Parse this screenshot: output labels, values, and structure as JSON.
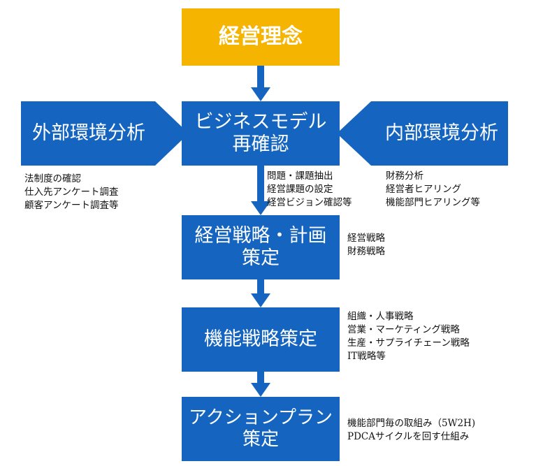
{
  "boxes": {
    "philosophy": "経営理念",
    "business_model": [
      "ビジネスモデル",
      "再確認"
    ],
    "external": "外部環境分析",
    "internal": "内部環境分析",
    "strategy_plan": [
      "経営戦略・計画",
      "策定"
    ],
    "functional": "機能戦略策定",
    "action_plan": "アクションプラン策定"
  },
  "notes": {
    "external": [
      "法制度の確認",
      "仕入先アンケート調査",
      "顧客アンケート調査等"
    ],
    "issues": [
      "問題・課題抽出",
      "経営課題の設定",
      "経営ビジョン確認等"
    ],
    "internal": [
      "財務分析",
      "経営者ヒアリング",
      "機能部門ヒアリング等"
    ],
    "strategy": [
      "経営戦略",
      "財務戦略"
    ],
    "functional": [
      "組織・人事戦略",
      "営業・マーケティング戦略",
      "生産・サプライチェーン戦略",
      "IT戦略等"
    ],
    "action": [
      "機能部門毎の取組み（5W2H)",
      "PDCAサイクルを回す仕組み"
    ]
  },
  "colors": {
    "accent": "#f5b400",
    "primary": "#1565c0",
    "arrow": "#1565c0"
  }
}
